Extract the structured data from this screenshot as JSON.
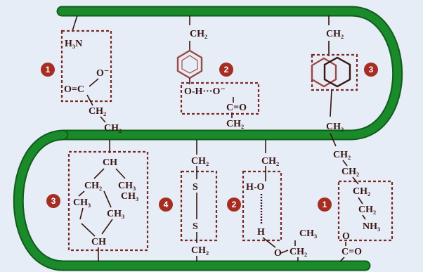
{
  "colors": {
    "backbone": "#1a8a2a",
    "backbone_edge": "#0f5d1b",
    "box": "#7a2a24",
    "badge": "#a62d22",
    "text": "#3a1410",
    "ring": "#9c4a44"
  },
  "badges": {
    "b1_top": "1",
    "b2_top": "2",
    "b3_top": "3",
    "b3_bottom": "3",
    "b4_bottom": "4",
    "b2_bottom": "2",
    "b1_bottom": "1"
  },
  "labels": {
    "h3n": "H₃N",
    "o_minus": "O⁻",
    "o_eq_c": "O=C",
    "ch2_a": "CH₂",
    "ch2_b": "CH₂",
    "ch2_tyr_top": "CH₂",
    "o_h_tyr": "O-H···O⁻",
    "c_eq_o_top": "C=O",
    "ch2_tyr_bot": "CH₂",
    "ch2_phe_top": "CH₂",
    "ch2_phe_bot": "CH₂",
    "ch_top": "CH",
    "ch2_left": "CH₂",
    "ch3_right": "CH₃",
    "ch3_left": "CH₃",
    "ch3_mid": "CH₃",
    "ch3_right2": "CH₃",
    "ch_bottom": "CH",
    "ch2_ss_top": "CH₂",
    "s_top": "S",
    "s_bot": "S",
    "ch2_ss_bot": "CH₂",
    "ch2_ser_top": "CH₂",
    "h_o": "H-O",
    "h": "H",
    "o_ser": "O",
    "ch3_ser": "CH₃",
    "ch2_ser_bot": "CH₂",
    "ch2_lys_1": "CH₂",
    "ch2_lys_2": "CH₂",
    "ch2_lys_3": "CH₂",
    "ch2_lys_4": "CH₂",
    "nh3": "NH₃",
    "o_asp": "O",
    "c_eq_o_asp": "C=O"
  }
}
